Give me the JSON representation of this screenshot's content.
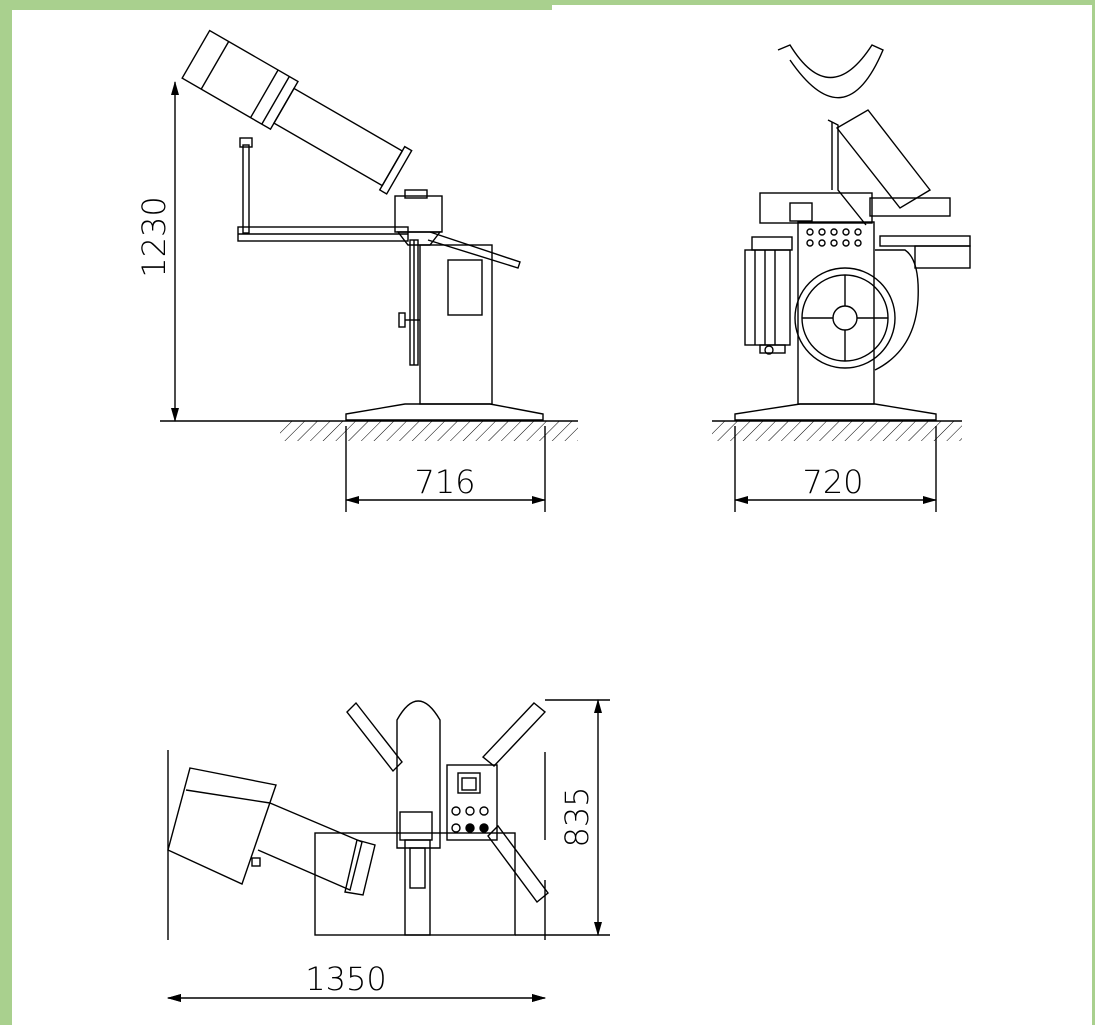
{
  "colors": {
    "frame": "#a9d08e",
    "line": "#000000",
    "background": "#ffffff"
  },
  "views": {
    "side": {
      "width_dim": "716",
      "height_dim": "1230"
    },
    "front": {
      "width_dim": "720"
    },
    "top": {
      "width_dim": "1350",
      "depth_dim": "835"
    }
  }
}
